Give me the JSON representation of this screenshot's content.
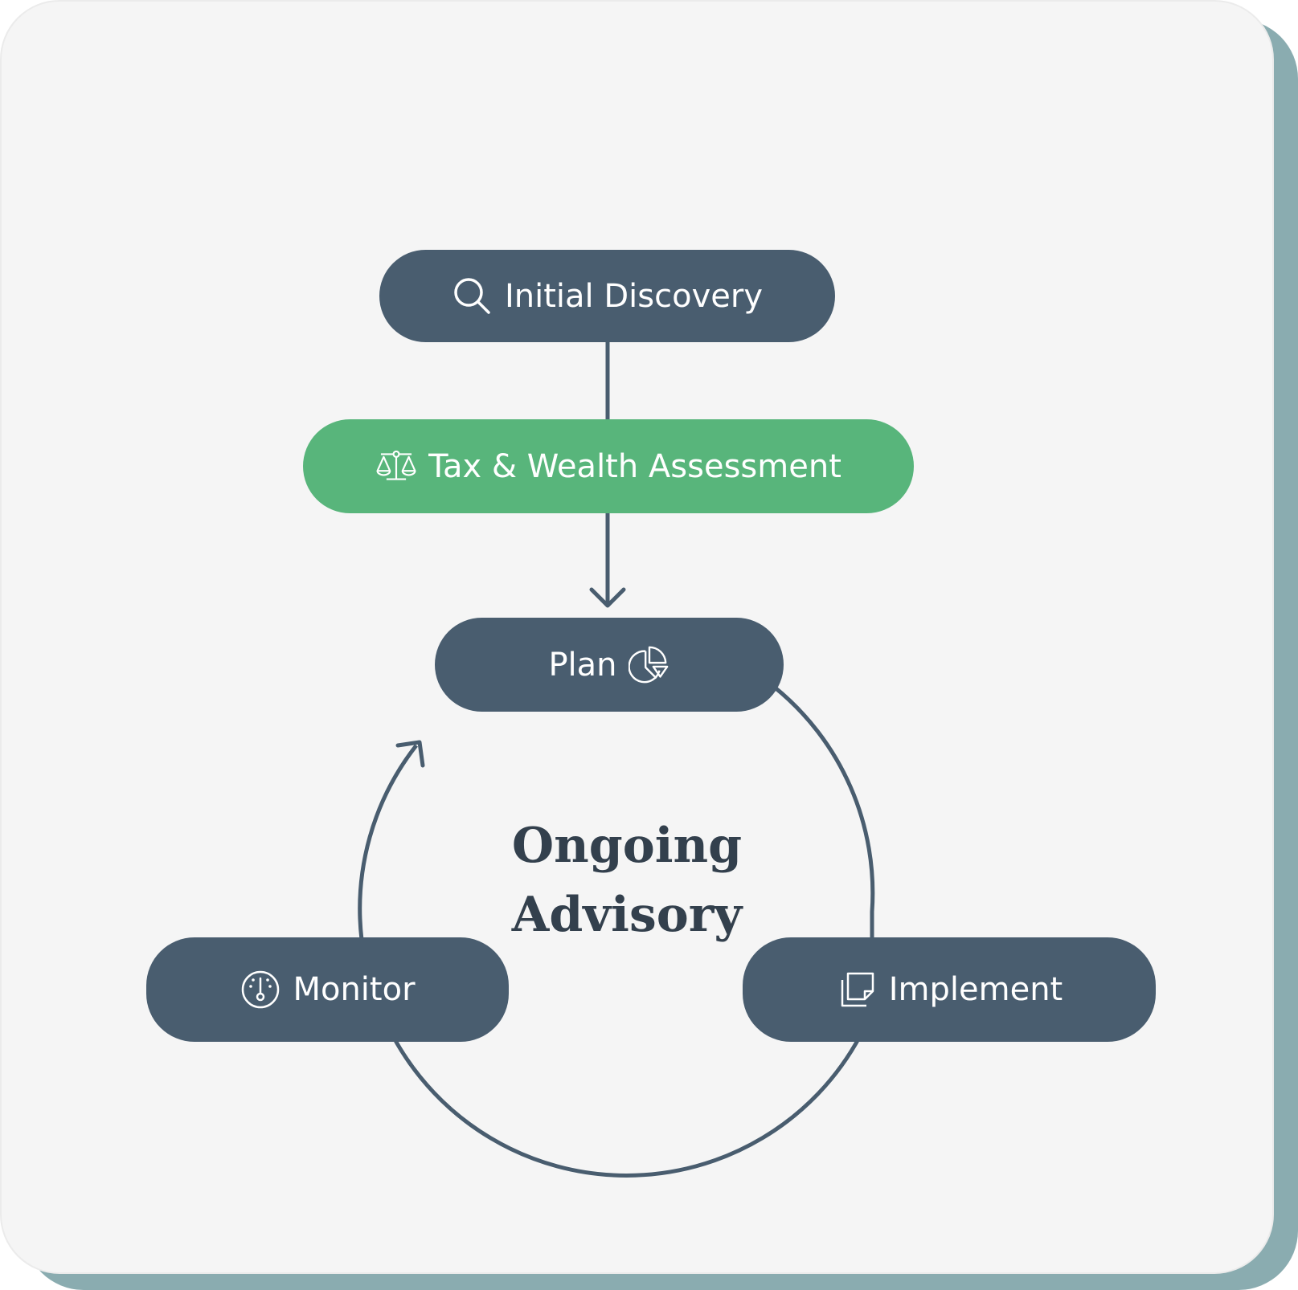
{
  "colors": {
    "card_background": "#f5f5f5",
    "card_shadow": "#8aacb0",
    "node_dark": "#495d6f",
    "node_accent": "#58b57b",
    "connector": "#495d6f",
    "title_text": "#33404d",
    "node_text": "#ffffff"
  },
  "nodes": {
    "initial_discovery": {
      "label": "Initial Discovery",
      "icon": "magnifier-icon"
    },
    "tax_wealth": {
      "label": "Tax & Wealth Assessment",
      "icon": "balance-scale-icon"
    },
    "plan": {
      "label": "Plan",
      "icon": "pie-chart-icon"
    },
    "monitor": {
      "label": "Monitor",
      "icon": "gauge-icon"
    },
    "implement": {
      "label": "Implement",
      "icon": "copy-document-icon"
    }
  },
  "cycle": {
    "title_line1": "Ongoing",
    "title_line2": "Advisory"
  }
}
